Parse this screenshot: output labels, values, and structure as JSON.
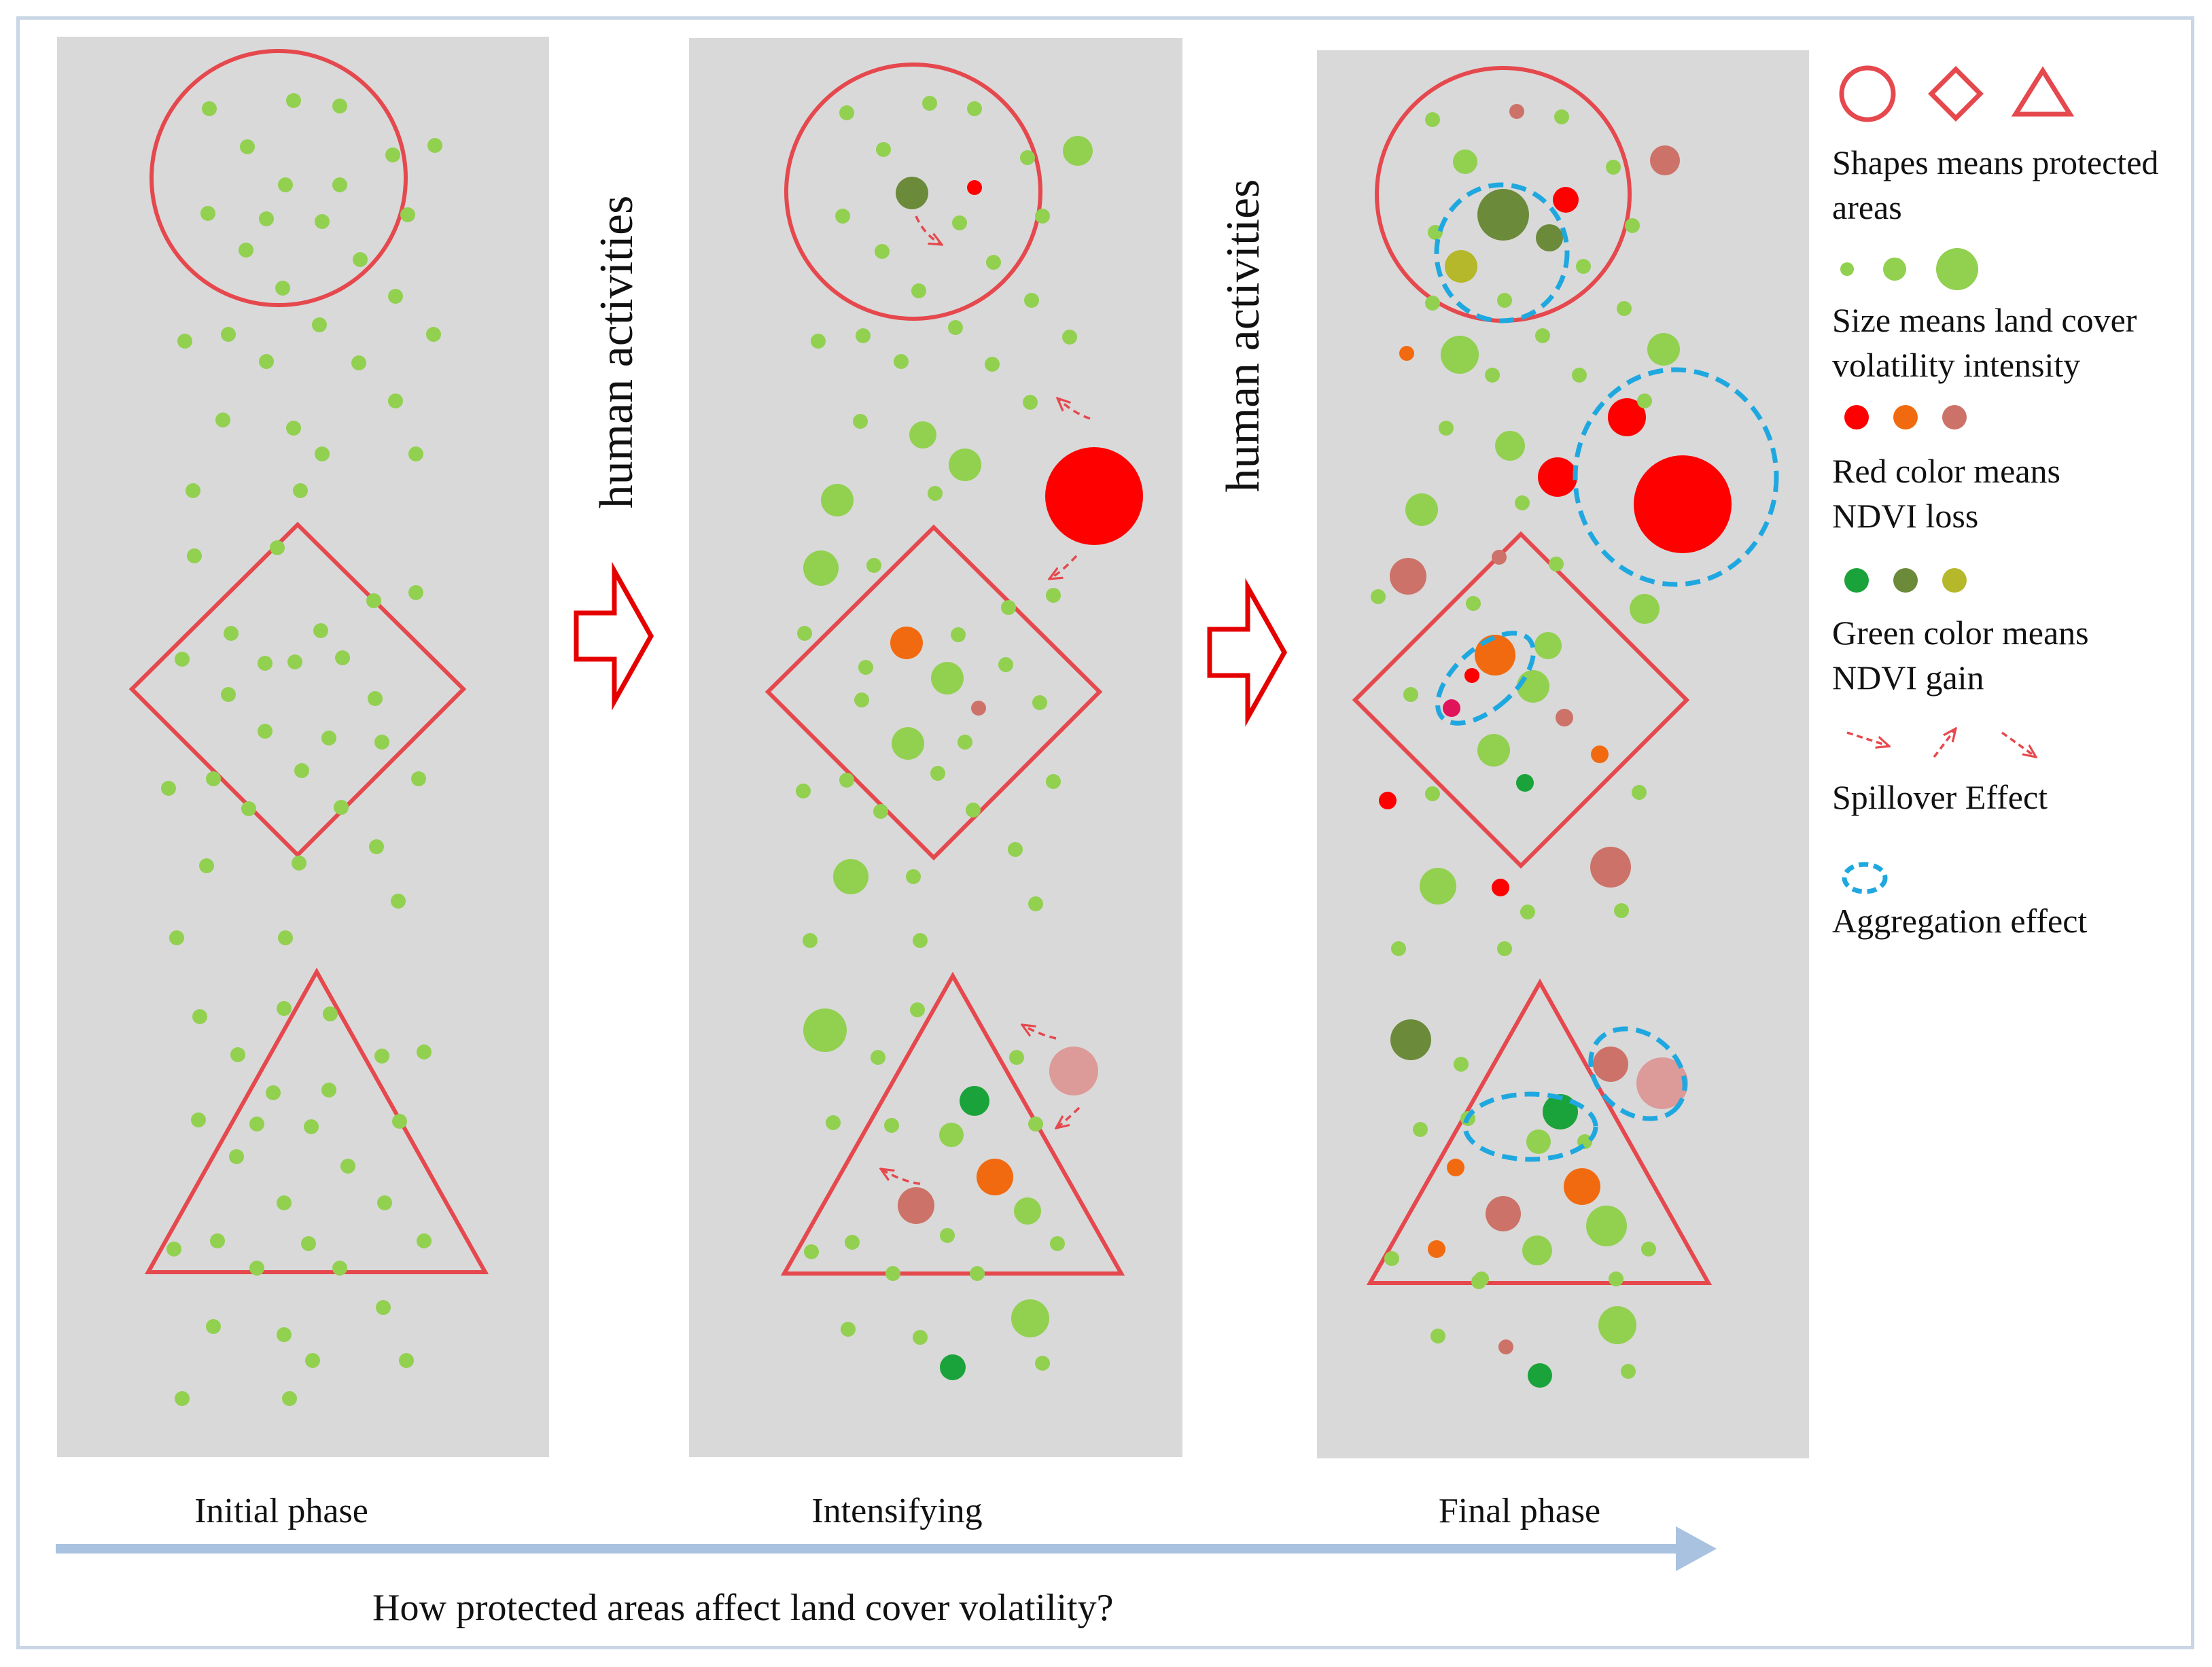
{
  "colors": {
    "panel_bg": "#d9d9d9",
    "shape_outline": "#e5484d",
    "dot_green": "#92d050",
    "dark_green": "#1aa33a",
    "olive": "#6b8a3a",
    "yellow_green": "#b4b82a",
    "red": "#ff0000",
    "orange": "#f26a0f",
    "pink_red": "#cd7268",
    "light_pink": "#dc9a98",
    "magenta": "#e0145a",
    "aggregation_outline": "#1fa8e0",
    "spillover_arrow": "#e5484d",
    "phase_arrow": "#a9c2e0",
    "frame": "#c9d6e6"
  },
  "process_labels": {
    "arrow1": "human activities",
    "arrow2": "human activities"
  },
  "phases": [
    {
      "label": "Initial phase"
    },
    {
      "label": "Intensifying"
    },
    {
      "label": "Final phase"
    }
  ],
  "bottom_question": "How protected areas affect land cover volatility?",
  "legend": {
    "shapes_text_1": "Shapes means protected",
    "shapes_text_2": "areas",
    "size_text_1": "Size means land cover",
    "size_text_2": "volatility intensity",
    "red_text_1": "Red color means",
    "red_text_2": "NDVI loss",
    "green_text_1": "Green color means",
    "green_text_2": "NDVI gain",
    "spillover_text": "Spillover Effect",
    "aggregation_text": "Aggregation effect",
    "icons": [
      "circle-icon",
      "diamond-icon",
      "triangle-icon",
      "small-dot-icon",
      "medium-dot-icon",
      "large-dot-icon",
      "spillover-arrow-icon",
      "aggregation-ellipse-icon"
    ]
  }
}
